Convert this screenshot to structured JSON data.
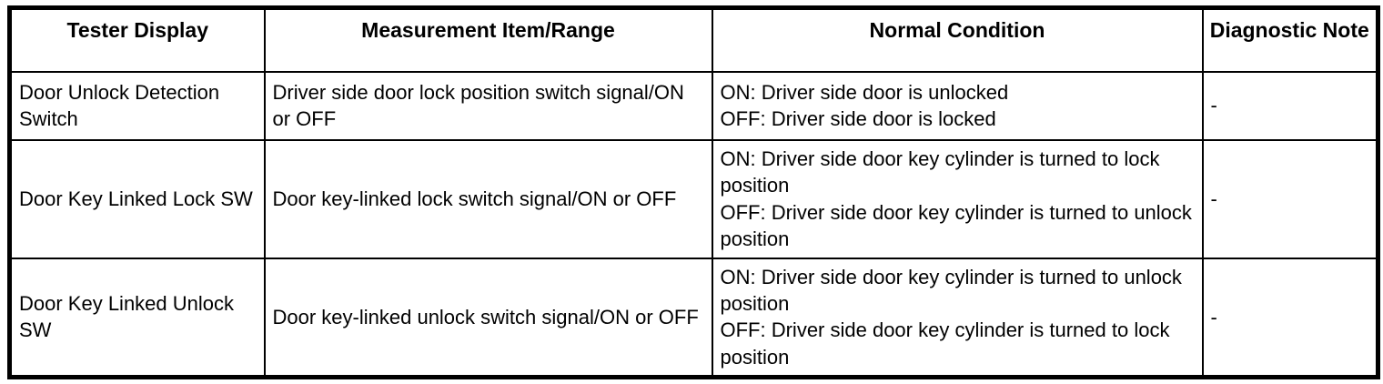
{
  "colors": {
    "border": "#000000",
    "background": "#ffffff",
    "text": "#000000"
  },
  "table": {
    "columns": [
      {
        "label": "Tester Display"
      },
      {
        "label": "Measurement Item/Range"
      },
      {
        "label": "Normal Condition"
      },
      {
        "label": "Diagnostic Note"
      }
    ],
    "rows": [
      {
        "tester_display": "Door Unlock Detection Switch",
        "measurement_item_range": "Driver side door lock position switch signal/ON or OFF",
        "normal_condition": [
          "ON: Driver side door is unlocked",
          "OFF: Driver side door is locked"
        ],
        "diagnostic_note": "-"
      },
      {
        "tester_display": "Door Key Linked Lock SW",
        "measurement_item_range": "Door key-linked lock switch signal/ON or OFF",
        "normal_condition": [
          "ON: Driver side door key cylinder is turned to lock position",
          "OFF: Driver side door key cylinder is turned to unlock position"
        ],
        "diagnostic_note": "-"
      },
      {
        "tester_display": "Door Key Linked Unlock SW",
        "measurement_item_range": "Door key-linked unlock switch signal/ON or OFF",
        "normal_condition": [
          "ON: Driver side door key cylinder is turned to unlock position",
          "OFF: Driver side door key cylinder is turned to lock position"
        ],
        "diagnostic_note": "-"
      }
    ]
  }
}
